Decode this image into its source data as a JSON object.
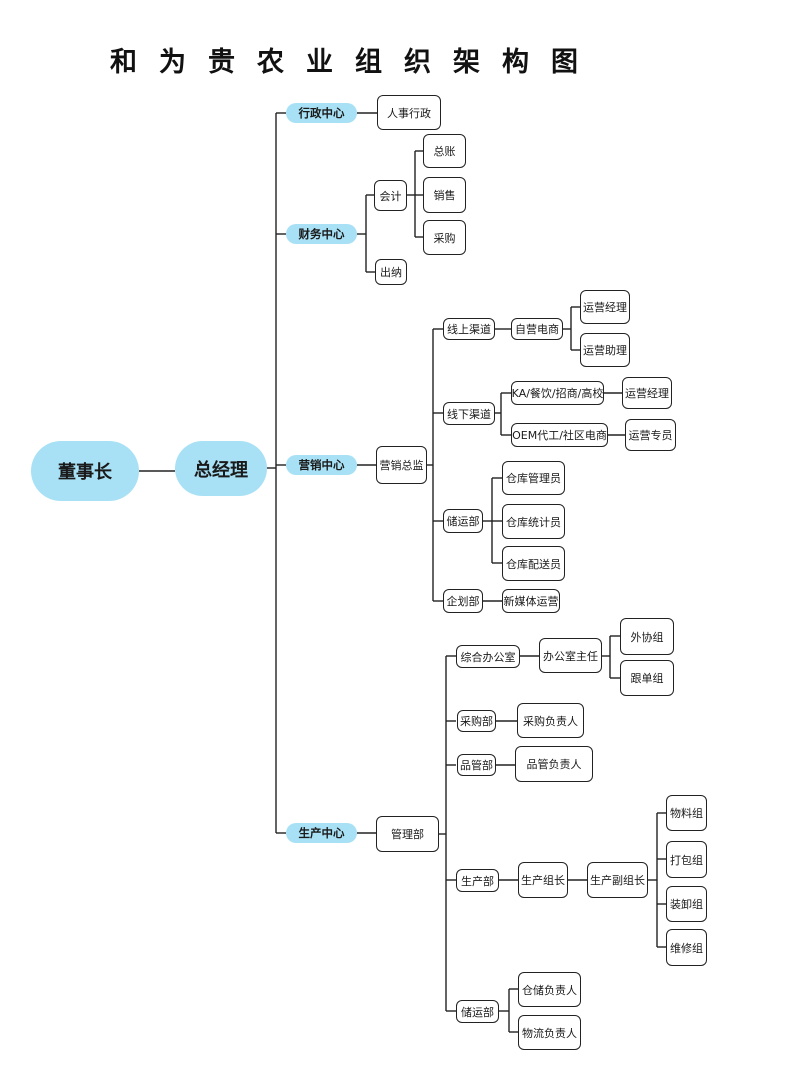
{
  "title": "和为贵农业组织架构图",
  "org": {
    "chairman": "董事长",
    "gm": "总经理",
    "admin_center": {
      "label": "行政中心",
      "hr": "人事行政"
    },
    "finance_center": {
      "label": "财务中心",
      "accounting": {
        "label": "会计",
        "items": [
          "总账",
          "销售",
          "采购"
        ]
      },
      "cashier": "出纳"
    },
    "marketing_center": {
      "label": "营销中心",
      "director": "营销总监",
      "online": {
        "label": "线上渠道",
        "ecommerce": "自营电商",
        "roles": [
          "运营经理",
          "运营助理"
        ]
      },
      "offline": {
        "label": "线下渠道",
        "ka": "KA/餐饮/招商/高校",
        "ka_role": "运营经理",
        "oem": "OEM代工/社区电商",
        "oem_role": "运营专员"
      },
      "warehouse": {
        "label": "储运部",
        "roles": [
          "仓库管理员",
          "仓库统计员",
          "仓库配送员"
        ]
      },
      "planning": {
        "label": "企划部",
        "role": "新媒体运营"
      }
    },
    "production_center": {
      "label": "生产中心",
      "mgmt": "管理部",
      "office": {
        "label": "综合办公室",
        "head": "办公室主任",
        "groups": [
          "外协组",
          "跟单组"
        ]
      },
      "purchasing": {
        "label": "采购部",
        "head": "采购负责人"
      },
      "quality": {
        "label": "品管部",
        "head": "品管负责人"
      },
      "production": {
        "label": "生产部",
        "leader": "生产组长",
        "deputy": "生产副组长",
        "groups": [
          "物料组",
          "打包组",
          "装卸组",
          "维修组"
        ]
      },
      "logistics": {
        "label": "储运部",
        "heads": [
          "仓储负责人",
          "物流负责人"
        ]
      }
    }
  }
}
